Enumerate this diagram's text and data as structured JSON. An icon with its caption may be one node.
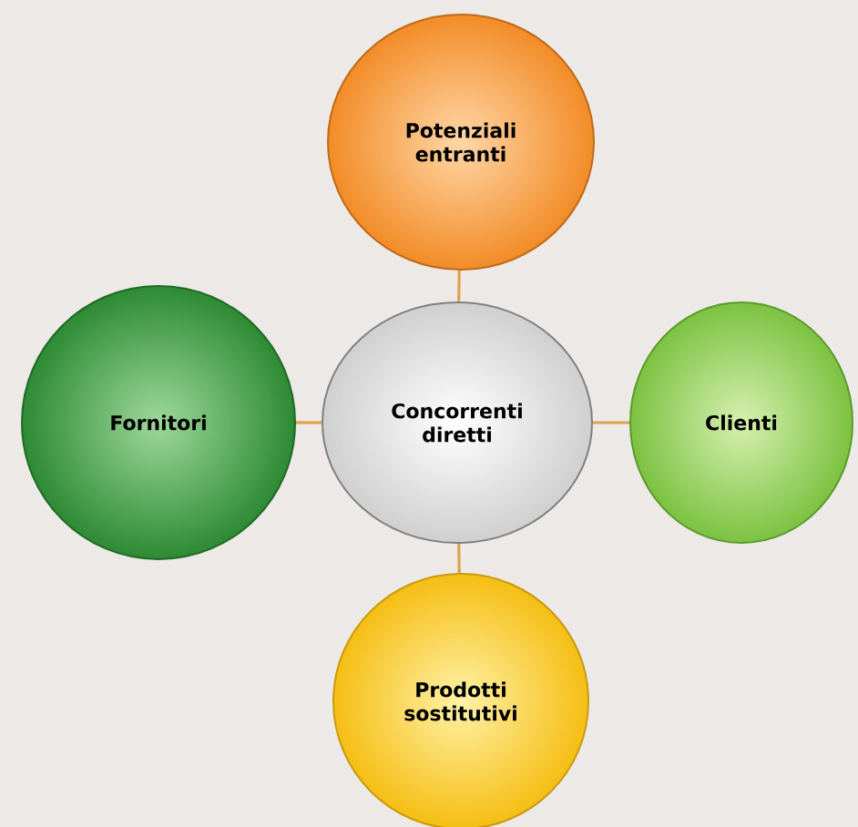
{
  "diagram": {
    "nodes": [
      {
        "text": [
          "Potenziali entranti"
        ]
      },
      {
        "text": [
          "Fornitori"
        ]
      },
      {
        "text": [
          "Concorrenti diretti"
        ]
      },
      {
        "text": [
          "Clienti"
        ]
      },
      {
        "text": [
          "Prodotti sostitutivi"
        ]
      }
    ],
    "edges": [
      {
        "from": 2,
        "to": 0,
        "arrow": "none"
      },
      {
        "from": 1,
        "to": 2,
        "arrow": "none"
      },
      {
        "from": 2,
        "to": 3,
        "arrow": "none"
      },
      {
        "from": 2,
        "to": 4,
        "arrow": "none"
      }
    ]
  }
}
